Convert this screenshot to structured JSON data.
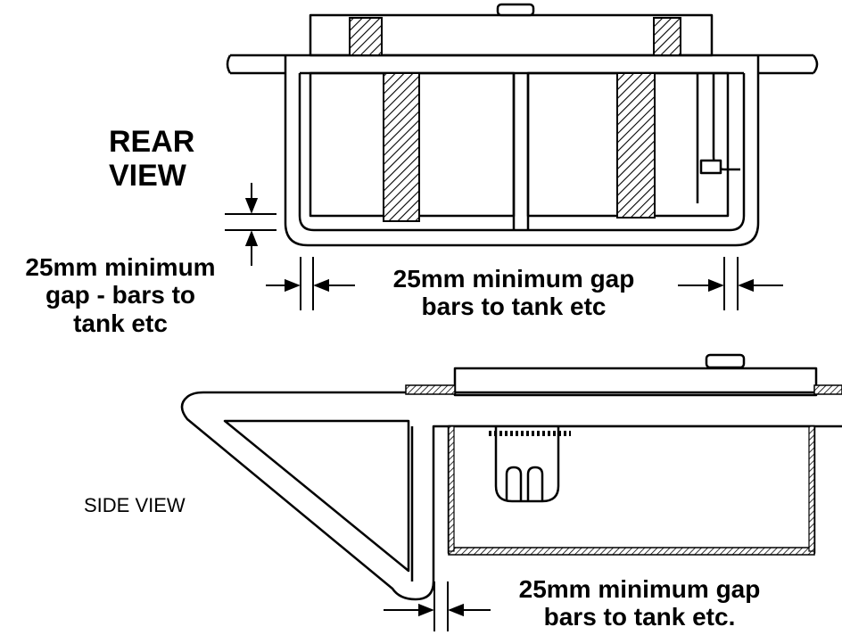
{
  "rear_view": {
    "title_line1": "REAR",
    "title_line2": "VIEW",
    "left_gap_line1": "25mm minimum",
    "left_gap_line2": "gap - bars to",
    "left_gap_line3": "tank etc",
    "side_gap_line1": "25mm minimum gap",
    "side_gap_line2": "bars to tank etc"
  },
  "side_view": {
    "title": "SIDE VIEW",
    "gap_line1": "25mm minimum gap",
    "gap_line2": "bars to tank etc."
  },
  "colors": {
    "ink": "#000000",
    "paper": "#ffffff"
  }
}
